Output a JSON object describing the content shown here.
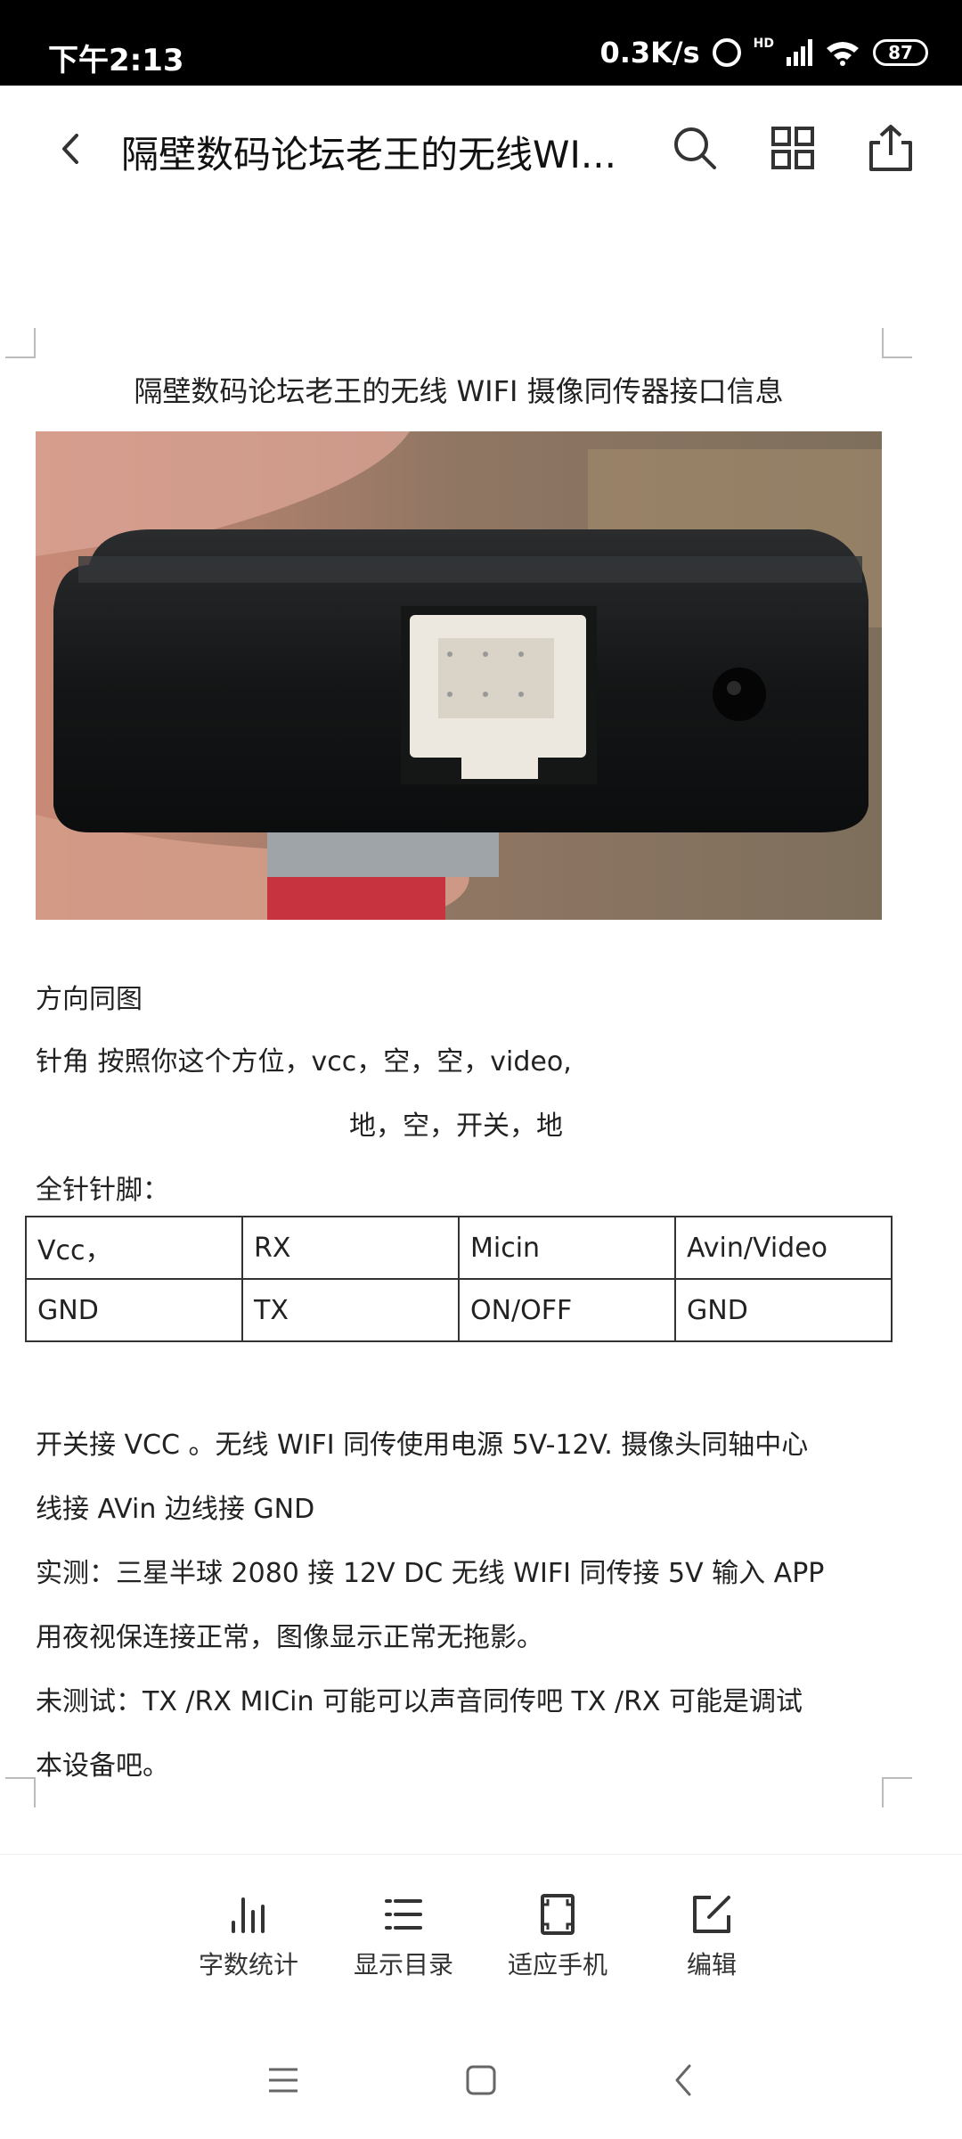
{
  "status_bar": {
    "time": "下午2:13",
    "net_speed": "0.3K/s",
    "hd": "HD",
    "battery": "87"
  },
  "header": {
    "title": "隔壁数码论坛老王的无线WI..."
  },
  "document": {
    "title": "隔壁数码论坛老王的无线 WIFI  摄像同传器接口信息",
    "lines": [
      "方向同图",
      "针角    按照你这个方位，vcc，空，空，video,",
      "地，空，开关，地",
      "全针针脚：",
      "开关接 VCC  。无线 WIFI  同传使用电源 5V-12V.    摄像头同轴中心",
      "线接 AVin  边线接 GND",
      "实测：三星半球 2080  接 12V DC  无线 WIFI  同传接 5V 输入   APP",
      "用夜视保连接正常，图像显示正常无拖影。",
      "未测试：TX /RX    MICin  可能可以声音同传吧  TX /RX  可能是调试",
      "本设备吧。"
    ],
    "table": [
      [
        "Vcc，",
        "RX",
        "Micin",
        "Avin/Video"
      ],
      [
        "GND",
        "TX",
        "ON/OFF",
        "GND"
      ]
    ]
  },
  "toolbar": {
    "items": [
      {
        "label": "字数统计",
        "icon": "bar-chart-icon"
      },
      {
        "label": "显示目录",
        "icon": "list-icon"
      },
      {
        "label": "适应手机",
        "icon": "fit-screen-icon"
      },
      {
        "label": "编辑",
        "icon": "edit-icon"
      }
    ]
  },
  "colors": {
    "status_bar_bg": "#000000",
    "page_bg": "#ffffff",
    "text": "#222222"
  }
}
